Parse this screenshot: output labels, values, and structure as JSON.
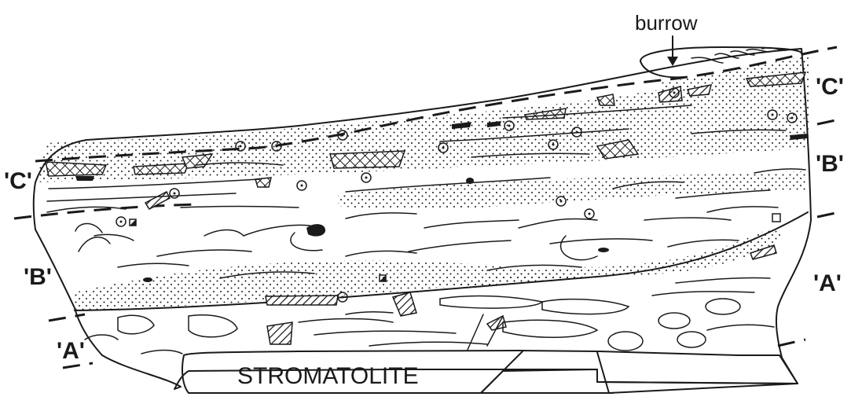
{
  "labels": {
    "burrow": "burrow",
    "stromatolite": "STROMATOLITE",
    "unit_c_left": "'C'",
    "unit_c_right": "'C'",
    "unit_b_left": "'B'",
    "unit_b_right": "'B'",
    "unit_a_left": "'A'",
    "unit_a_right": "'A'"
  }
}
